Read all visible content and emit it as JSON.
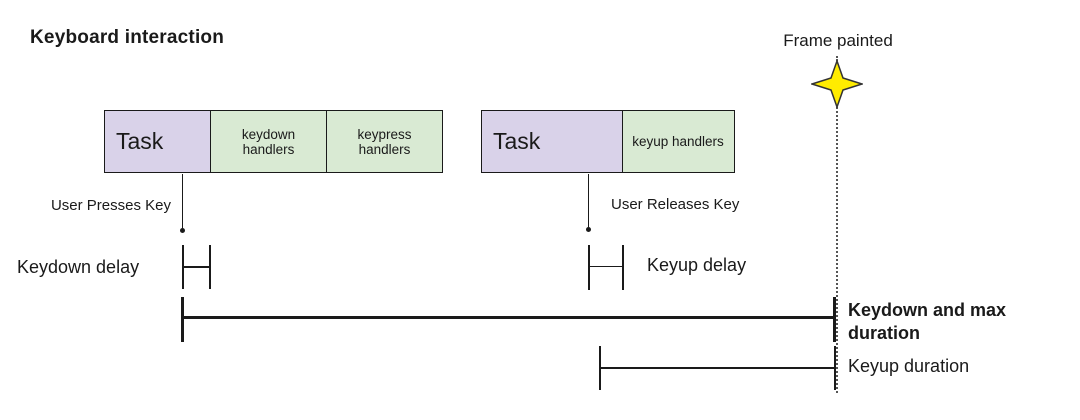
{
  "title": "Keyboard interaction",
  "frame_painted": {
    "label": "Frame painted"
  },
  "bars": {
    "keydown": {
      "task": "Task",
      "handlers": [
        "keydown handlers",
        "keypress handlers"
      ]
    },
    "keyup": {
      "task": "Task",
      "handlers": [
        "keyup handlers"
      ]
    }
  },
  "events": {
    "press": "User Presses Key",
    "release": "User Releases Key"
  },
  "measures": {
    "keydown_delay": "Keydown delay",
    "keyup_delay": "Keyup delay",
    "keydown_duration": "Keydown and max duration",
    "keyup_duration": "Keyup duration"
  },
  "colors": {
    "task_box": "#d9d2e9",
    "handler_box": "#d9ead3",
    "line": "#1a1a1a",
    "star_fill": "#ffec00",
    "star_stroke": "#333333"
  }
}
